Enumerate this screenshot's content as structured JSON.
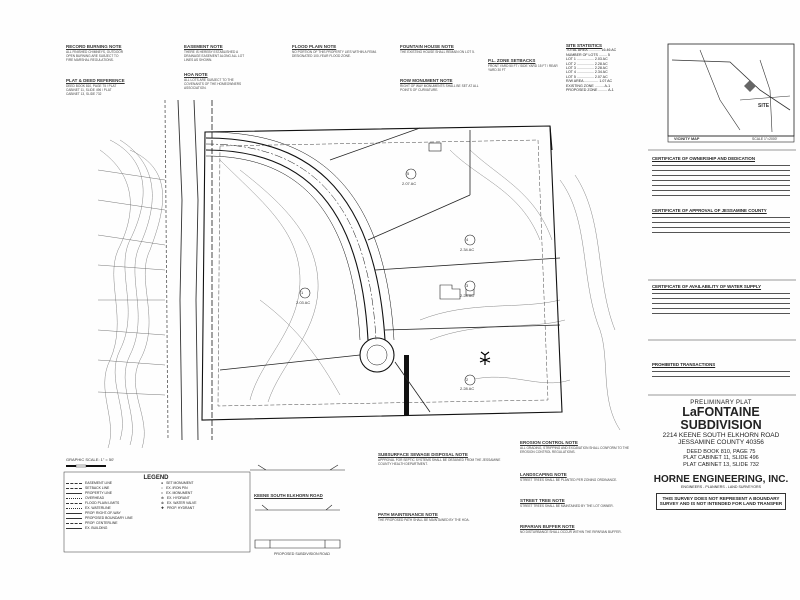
{
  "notes": [
    {
      "title": "RECORD BURNING NOTE",
      "body": "ALL FINISHED CHIMNEYS, OUTDOOR OPEN BURNING ARE SUBJECT TO FIRE MARSHAL REGULATIONS."
    },
    {
      "title": "PLAT & DEED REFERENCE",
      "body": "DEED BOOK 810, PAGE 75 / PLAT CABINET 11, SLIDE 496 / PLAT CABINET 13, SLIDE 732"
    },
    {
      "title": "EASEMENT NOTE",
      "body": "THERE IS HEREBY ESTABLISHED A DRAINAGE EASEMENT ALONG ALL LOT LINES AS SHOWN."
    },
    {
      "title": "HOA NOTE",
      "body": "ALL LOTS ARE SUBJECT TO THE COVENANTS OF THE HOMEOWNERS ASSOCIATION."
    },
    {
      "title": "FLOOD PLAIN NOTE",
      "body": "NO PORTION OF THIS PROPERTY LIES WITHIN A FEMA DESIGNATED 100-YEAR FLOOD ZONE."
    },
    {
      "title": "FOUNTAIN HOUSE NOTE",
      "body": "THE EXISTING HOUSE SHALL REMAIN ON LOT 5."
    },
    {
      "title": "ROW MONUMENT NOTE",
      "body": "RIGHT OF WAY MONUMENTS SHALL BE SET AT ALL POINTS OF CURVATURE."
    },
    {
      "title": "SITE STATISTICS",
      "body": ""
    },
    {
      "title": "P.L. ZONE SETBACKS",
      "body": "FRONT YARD 50 FT / SIDE YARD 15 FT / REAR YARD 30 FT"
    },
    {
      "title": "EROSION CONTROL NOTE",
      "body": "ALL GRADING, STRIPPING AND EXCAVATION SHALL CONFORM TO THE EROSION CONTROL REGULATIONS."
    },
    {
      "title": "LANDSCAPING NOTE",
      "body": "STREET TREES SHALL BE PLANTED PER ZONING ORDINANCE."
    },
    {
      "title": "STREET TREE NOTE",
      "body": "STREET TREES SHALL BE MAINTAINED BY THE LOT OWNER."
    },
    {
      "title": "SUBSURFACE SEWAGE DISPOSAL NOTE",
      "body": "APPROVAL FOR SEPTIC SYSTEMS SHALL BE OBTAINED FROM THE JESSAMINE COUNTY HEALTH DEPARTMENT."
    },
    {
      "title": "PATH MAINTENANCE NOTE",
      "body": "THE PROPOSED PATH SHALL BE MAINTAINED BY THE HOA."
    },
    {
      "title": "RIPARIAN BUFFER NOTE",
      "body": "NO DISTURBANCE SHALL OCCUR WITHIN THE RIPARIAN BUFFER."
    }
  ],
  "site_stats": [
    "TOTAL AREA ............ 16.46 AC",
    "NUMBER OF LOTS ........ 5",
    "LOT 1 ................. 2.03 AC",
    "LOT 2 ................. 2.28 AC",
    "LOT 3 ................. 2.28 AC",
    "LOT 4 ................. 2.34 AC",
    "LOT 5 ................. 2.07 AC",
    "R/W AREA .............. 1.07 AC",
    "EXISTING ZONE ......... A-1",
    "PROPOSED ZONE ......... A-1"
  ],
  "vicinity": {
    "label": "VICINITY MAP",
    "scale": "SCALE 1\"=2000'",
    "site": "SITE"
  },
  "lots": [
    {
      "num": "1",
      "area": "2.03 AC"
    },
    {
      "num": "2",
      "area": "2.28 AC"
    },
    {
      "num": "3",
      "area": "2.28 AC"
    },
    {
      "num": "4",
      "area": "2.34 AC"
    },
    {
      "num": "5",
      "area": "2.07 AC"
    }
  ],
  "road_label": "KEENE SOUTH ELKHORN ROAD",
  "road_section": "PROPOSED SUBDIVISION ROAD",
  "graphic_scale": "GRAPHIC SCALE: 1\" = 50'",
  "legend": {
    "title": "LEGEND",
    "items": [
      "EASEMENT LINE",
      "SETBACK LINE",
      "PROPERTY LINE",
      "OVERHEAD",
      "FLOOD PLAIN LIMITS",
      "EX. WATERLINE",
      "PROP. RIGHT-OF-WAY",
      "PROPOSED BOUNDARY LINE",
      "PROP. CENTERLINE",
      "EX. BUILDING"
    ],
    "symbols": [
      "SET MONUMENT",
      "EX. IRON PIN",
      "EX. MONUMENT",
      "EX. HYDRANT",
      "EX. WATER VALVE",
      "PROP. HYDRANT"
    ]
  },
  "certs": [
    {
      "title": "CERTIFICATE OF OWNERSHIP AND DEDICATION"
    },
    {
      "title": "CERTIFICATE OF APPROVAL OF JESSAMINE COUNTY"
    },
    {
      "title": "CERTIFICATE OF AVAILABILITY OF WATER SUPPLY"
    },
    {
      "title": "PROHIBITED TRANSACTIONS"
    }
  ],
  "title_block": {
    "prelim": "PRELIMINARY PLAT",
    "name": "LaFONTAINE SUBDIVISION",
    "address": "2214 KEENE SOUTH ELKHORN ROAD",
    "county": "JESSAMINE COUNTY 40356",
    "deed": "DEED BOOK 810, PAGE 75",
    "plat1": "PLAT CABINET 11, SLIDE 496",
    "plat2": "PLAT CABINET 13, SLIDE 732",
    "engineer": "HORNE ENGINEERING, INC.",
    "eng_sub": "ENGINEERS - PLANNERS - LAND SURVEYORS",
    "disclaimer": "THIS SURVEY DOES NOT REPRESENT A BOUNDARY SURVEY AND IS NOT INTENDED FOR LAND TRANSFER"
  }
}
